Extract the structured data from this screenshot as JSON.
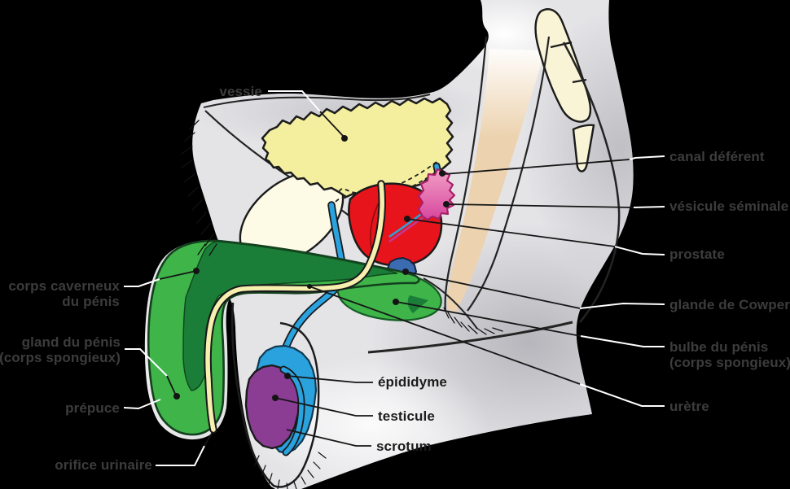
{
  "labels": {
    "vessie": "vessie",
    "canal_deferent": "canal déférent",
    "vesicule_seminale": "vésicule séminale",
    "prostate": "prostate",
    "glande_de_cowper": "glande de Cowper",
    "bulbe_du_penis": {
      "line1": "bulbe du pénis",
      "line2": "(corps spongieux)"
    },
    "uretre": "urètre",
    "corps_caverneux": {
      "line1": "corps caverneux",
      "line2": "du pénis"
    },
    "gland_du_penis": {
      "line1": "gland du pénis",
      "line2": "(corps spongieux)"
    },
    "prepuce": "prépuce",
    "orifice_urinaire": "orifice urinaire",
    "epididyme": "épididyme",
    "testicule": "testicule",
    "scrotum": "scrotum"
  },
  "palette": {
    "background": "#000000",
    "body_skin": "#e4e4e7",
    "bladder": "#f4ef9e",
    "pubic_bone": "#fdfbe6",
    "vertebrae": "#f9f4d6",
    "rectum": "#ecd2ae",
    "prostate": "#e8141b",
    "seminal_vesicle": "#e0569f",
    "vas_deferens": "#2aa2de",
    "cowper_gland": "#3b6cb1",
    "corpus_cavernosum": "#1b7e38",
    "corpus_spongiosum": "#3eb449",
    "urethra": "#f6efae",
    "testicle": "#8b3d94",
    "epididymis": "#2aa2de",
    "label_text_outside": "#3c3c3c",
    "label_text_inside": "#1c1c1c",
    "leader_outside": "#ffffff",
    "leader_inside": "#161616"
  }
}
